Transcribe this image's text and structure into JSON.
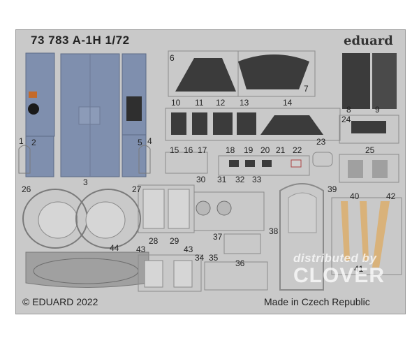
{
  "sheet": {
    "title": "73 783 A-1H 1/72",
    "brand": "eduard",
    "copyright": "© EDUARD 2022",
    "origin": "Made in Czech Republic"
  },
  "watermark": {
    "line1": "distributed by",
    "line2": "CLOVER"
  },
  "part_numbers": {
    "p1": "1",
    "p2": "2",
    "p3": "3",
    "p4": "4",
    "p5": "5",
    "p6": "6",
    "p7": "7",
    "p8": "8",
    "p9": "9",
    "p10": "10",
    "p11": "11",
    "p12": "12",
    "p13": "13",
    "p14": "14",
    "p15": "15",
    "p16": "16",
    "p17": "17",
    "p18": "18",
    "p19": "19",
    "p20": "20",
    "p21": "21",
    "p22": "22",
    "p23": "23",
    "p24": "24",
    "p25": "25",
    "p26": "26",
    "p27": "27",
    "p28": "28",
    "p29": "29",
    "p30": "30",
    "p31": "31",
    "p32": "32",
    "p33": "33",
    "p34": "34",
    "p35": "35",
    "p36": "36",
    "p37": "37",
    "p38": "38",
    "p39": "39",
    "p40": "40",
    "p41": "41",
    "p42": "42",
    "p43a": "43",
    "p43b": "43",
    "p44": "44"
  },
  "colors": {
    "fret": "#c9c9c9",
    "blue_panel": "#7f8fae",
    "dark_panel": "#3b3b3b",
    "seat_belt": "#d9b27a",
    "outline": "#8a8a8a"
  }
}
